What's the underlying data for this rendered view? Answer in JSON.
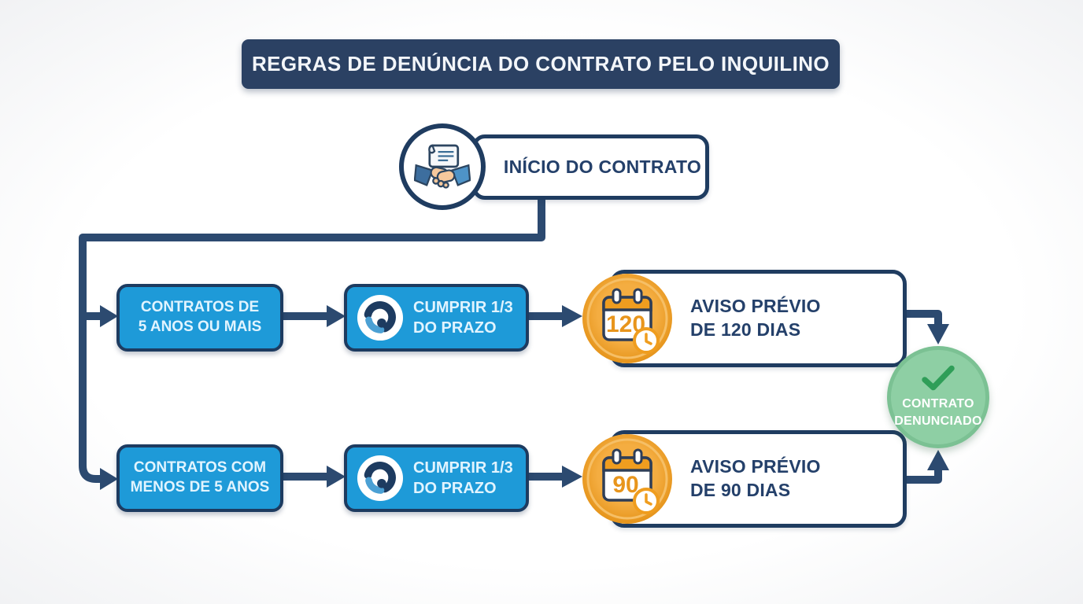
{
  "title": "REGRAS DE DENÚNCIA DO CONTRATO PELO INQUILINO",
  "start": {
    "label": "INÍCIO DO CONTRATO",
    "icon": "handshake-contract-icon"
  },
  "branches": [
    {
      "condition": {
        "line1": "CONTRATOS DE",
        "line2": "5 ANOS OU MAIS"
      },
      "requirement": {
        "icon": "one-third-progress-icon",
        "line1": "CUMPRIR 1/3",
        "line2": "DO PRAZO"
      },
      "notice": {
        "icon": "calendar-clock-icon",
        "calendar_days": "120",
        "line1": "AVISO PRÉVIO",
        "line2": "DE 120 DIAS"
      }
    },
    {
      "condition": {
        "line1": "CONTRATOS COM",
        "line2": "MENOS DE 5 ANOS"
      },
      "requirement": {
        "icon": "one-third-progress-icon",
        "line1": "CUMPRIR 1/3",
        "line2": "DO PRAZO"
      },
      "notice": {
        "icon": "calendar-clock-icon",
        "calendar_days": "90",
        "line1": "AVISO PRÉVIO",
        "line2": "DE 90 DIAS"
      }
    }
  ],
  "result": {
    "icon": "check-icon",
    "line1": "CONTRATO",
    "line2": "DENUNCIADO"
  },
  "colors": {
    "navy_border": "#1f3c60",
    "connector": "#2c4a70",
    "title_bg": "#2b4163",
    "process_blue": "#1e9ad8",
    "process_text": "#e1f4ff",
    "orange": "#ec9e22",
    "green_fill": "#8ecfa4",
    "green_border": "#7bc193",
    "green_check": "#2f9e58"
  }
}
